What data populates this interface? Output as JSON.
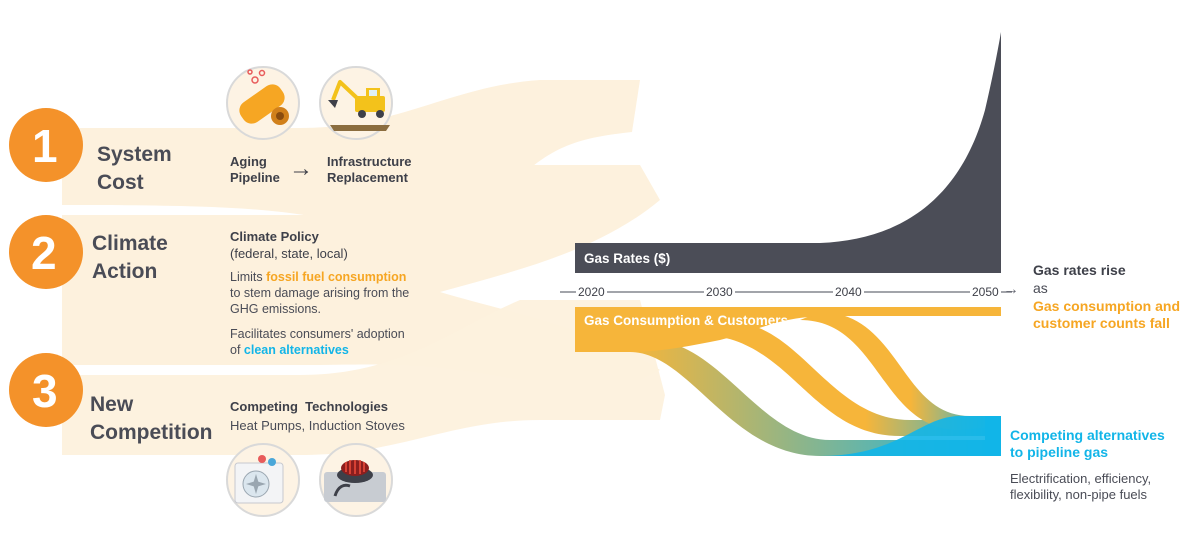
{
  "drivers": [
    {
      "number": "1",
      "title_line1": "System",
      "title_line2": "Cost"
    },
    {
      "number": "2",
      "title_line1": "Climate",
      "title_line2": "Action"
    },
    {
      "number": "3",
      "title_line1": "New",
      "title_line2": "Competition"
    }
  ],
  "system_cost": {
    "from_line1": "Aging",
    "from_line2": "Pipeline",
    "arrow": "→",
    "to_line1": "Infrastructure",
    "to_line2": "Replacement",
    "icons": [
      "pipeline-icon",
      "excavator-icon"
    ]
  },
  "climate_action": {
    "heading_line1": "Climate Policy",
    "heading_line2": "(federal, state, local)",
    "limits_prefix": "Limits ",
    "limits_highlight": "fossil fuel consumption",
    "limits_line2": "to stem damage arising from the",
    "limits_line3": "GHG emissions.",
    "facilitates_line1": "Facilitates consumers' adoption",
    "facilitates_prefix": "of ",
    "facilitates_highlight": "clean alternatives"
  },
  "new_competition": {
    "heading": "Competing  Technologies",
    "subtext": "Heat Pumps, Induction Stoves",
    "icons": [
      "heat-pump-icon",
      "induction-stove-icon"
    ]
  },
  "timeline": {
    "ticks": [
      "2020",
      "2030",
      "2040",
      "2050"
    ],
    "arrow": "→"
  },
  "bands": {
    "gas_rates_label": "Gas Rates ($)",
    "consumption_label": "Gas Consumption & Customers"
  },
  "outcomes": {
    "rates_line": "Gas rates rise",
    "as_line": "as",
    "consumption_line1": "Gas consumption and",
    "consumption_line2": "customer counts fall",
    "alternatives_line1": "Competing alternatives",
    "alternatives_line2": "to pipeline gas",
    "alternatives_sub1": "Electrification, efficiency,",
    "alternatives_sub2": "flexibility, non-pipe fuels"
  },
  "colors": {
    "number_circle": "#f4922a",
    "band_cream": "#fdf1dd",
    "gas_rates": "#4b4d57",
    "consumption": "#f6b53a",
    "alternatives": "#12b5e8",
    "text_dark": "#3e4049"
  }
}
